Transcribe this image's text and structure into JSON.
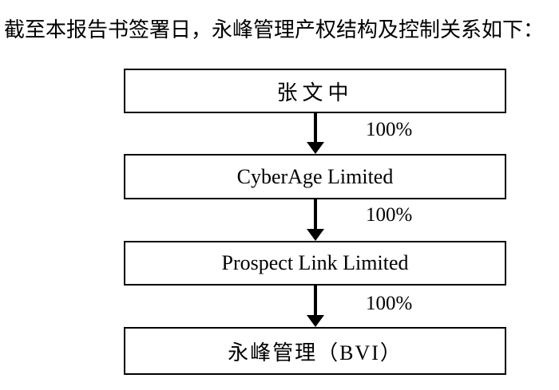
{
  "page": {
    "background_color": "#ffffff",
    "ink_color": "#000000",
    "intro_text": "截至本报告书签署日，永峰管理产权结构及控制关系如下："
  },
  "diagram": {
    "type": "ownership-structure-flowchart",
    "direction": "top-down",
    "nodes": [
      {
        "label": "张文中"
      },
      {
        "label": "CyberAge Limited"
      },
      {
        "label": "Prospect Link Limited"
      },
      {
        "label": "永峰管理（BVI）"
      }
    ],
    "edges": [
      {
        "from": "张文中",
        "to": "CyberAge Limited",
        "label": "100%"
      },
      {
        "from": "CyberAge Limited",
        "to": "Prospect Link Limited",
        "label": "100%"
      },
      {
        "from": "Prospect Link Limited",
        "to": "永峰管理（BVI）",
        "label": "100%"
      }
    ]
  }
}
